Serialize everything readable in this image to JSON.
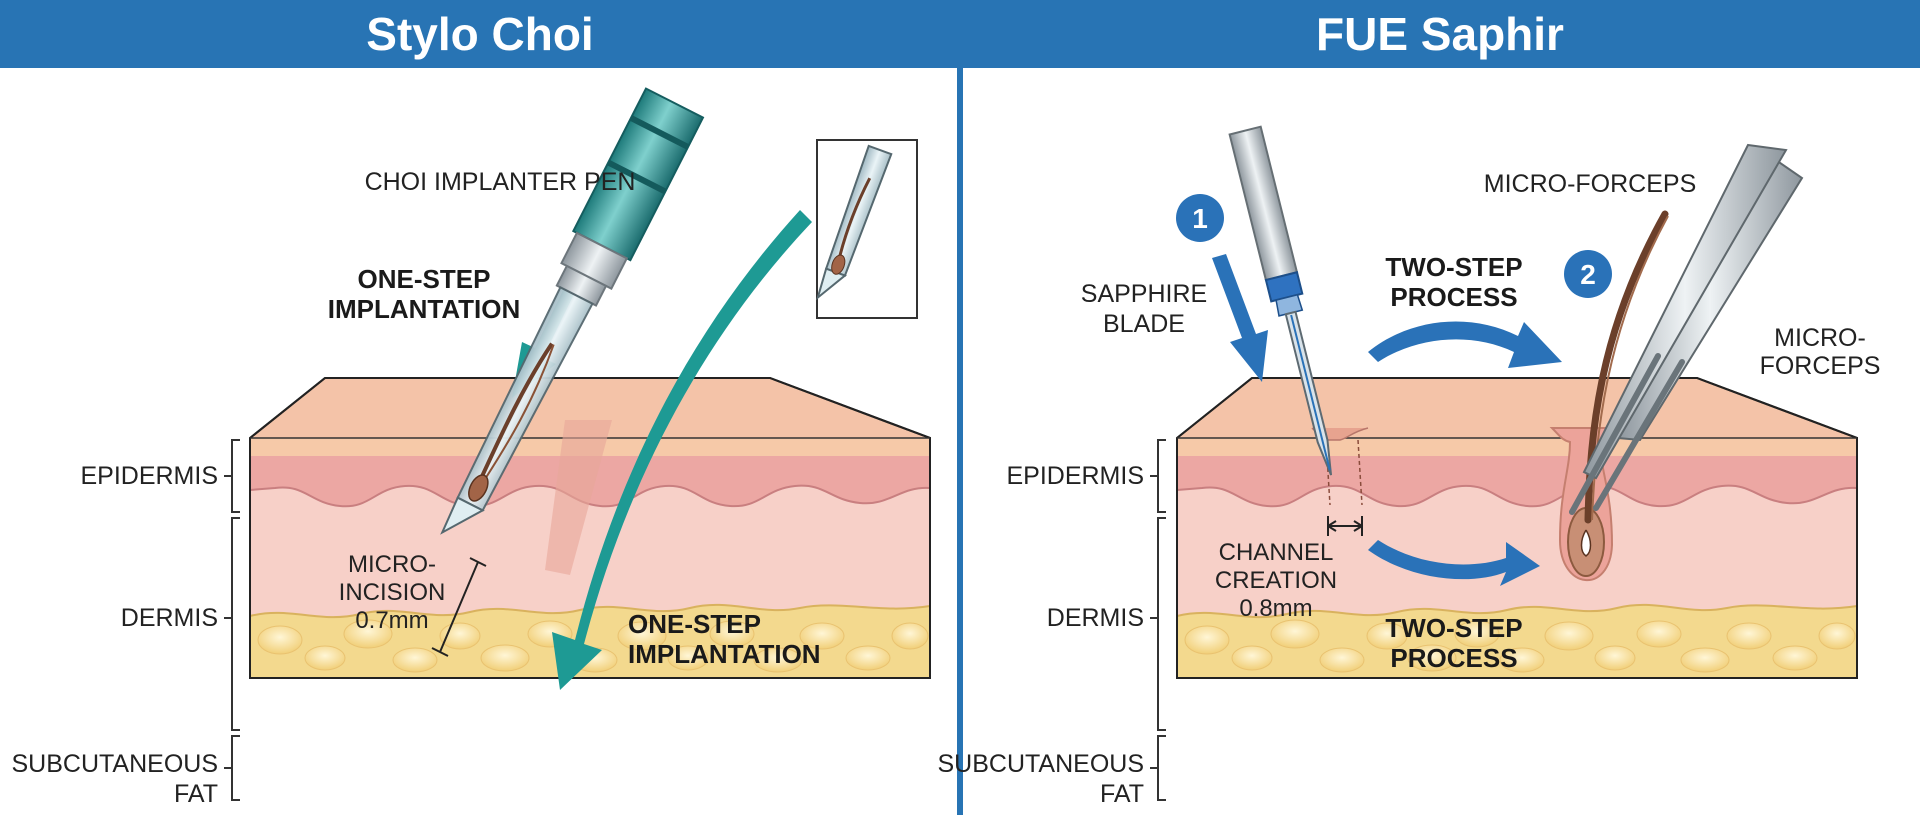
{
  "panels": [
    {
      "title": "Stylo Choi",
      "tool_label": "CHOI IMPLANTER PEN",
      "step_label_top": [
        "ONE-STEP",
        "IMPLANTATION"
      ],
      "step_label_bottom": [
        "ONE-STEP",
        "IMPLANTATION"
      ],
      "measurement": [
        "MICRO-",
        "INCISION",
        "0.7mm"
      ],
      "layers": {
        "epidermis": "EPIDERMIS",
        "dermis": "DERMIS",
        "fat": [
          "SUBCUTANEOUS",
          "FAT"
        ]
      }
    },
    {
      "title": "FUE Saphir",
      "blade_label": [
        "SAPPHIRE",
        "BLADE"
      ],
      "forceps_label_top": "MICRO-FORCEPS",
      "forceps_label_side": [
        "MICRO-",
        "FORCEPS"
      ],
      "step_label_top": [
        "TWO-STEP",
        "PROCESS"
      ],
      "step_label_bottom": [
        "TWO-STEP",
        "PROCESS"
      ],
      "measurement": [
        "CHANNEL",
        "CREATION",
        "0.8mm"
      ],
      "step_numbers": [
        "1",
        "2"
      ],
      "layers": {
        "epidermis": "EPIDERMIS",
        "dermis": "DERMIS",
        "fat": [
          "SUBCUTANEOUS",
          "FAT"
        ]
      }
    }
  ],
  "colors": {
    "header": "#2874b4",
    "teal_arrow": "#1e9a94",
    "blue_arrow": "#2a72b8",
    "epidermis": "#f4c3a8",
    "dermis": "#f7d0c8",
    "fat": "#f3d98e"
  }
}
